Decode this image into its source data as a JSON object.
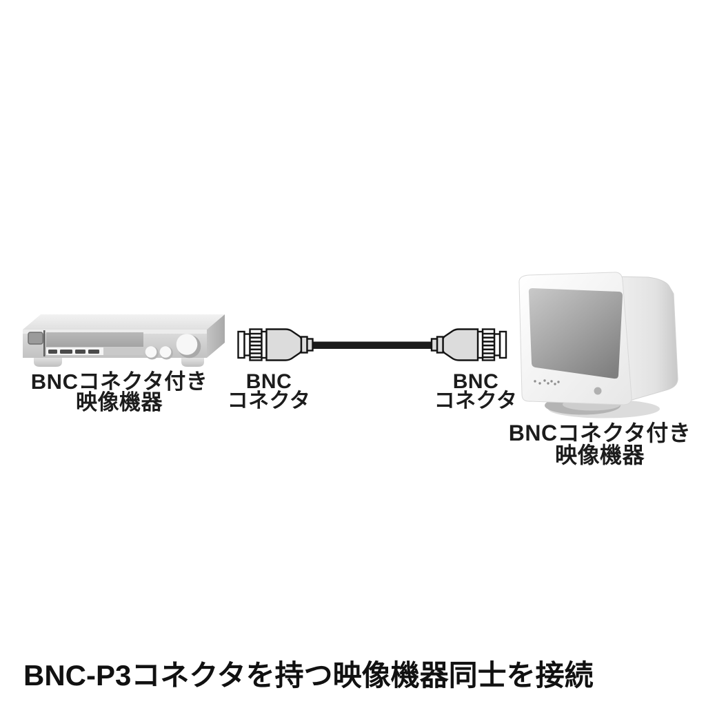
{
  "caption": "BNC-P3コネクタを持つ映像機器同士を接続",
  "diagram": {
    "left_device": {
      "kind": "video-device",
      "label_line1": "BNCコネクタ付き",
      "label_line2": "映像機器"
    },
    "cable": {
      "left_connector": {
        "label_line1": "BNC",
        "label_line2": "コネクタ"
      },
      "right_connector": {
        "label_line1": "BNC",
        "label_line2": "コネクタ"
      }
    },
    "right_device": {
      "kind": "crt-monitor",
      "label_line1": "BNCコネクタ付き",
      "label_line2": "映像機器"
    }
  },
  "colors": {
    "background": "#ffffff",
    "text": "#1c1c1c",
    "cable_black": "#1a1a1a",
    "connector_outline": "#141414",
    "connector_body_gray": "#dcdcdc",
    "device_front_gray": "#cccccc",
    "device_top_gray": "#ebebeb",
    "screen_gradient_light": "#c9c9c9",
    "screen_gradient_dark": "#7f7f7f"
  }
}
